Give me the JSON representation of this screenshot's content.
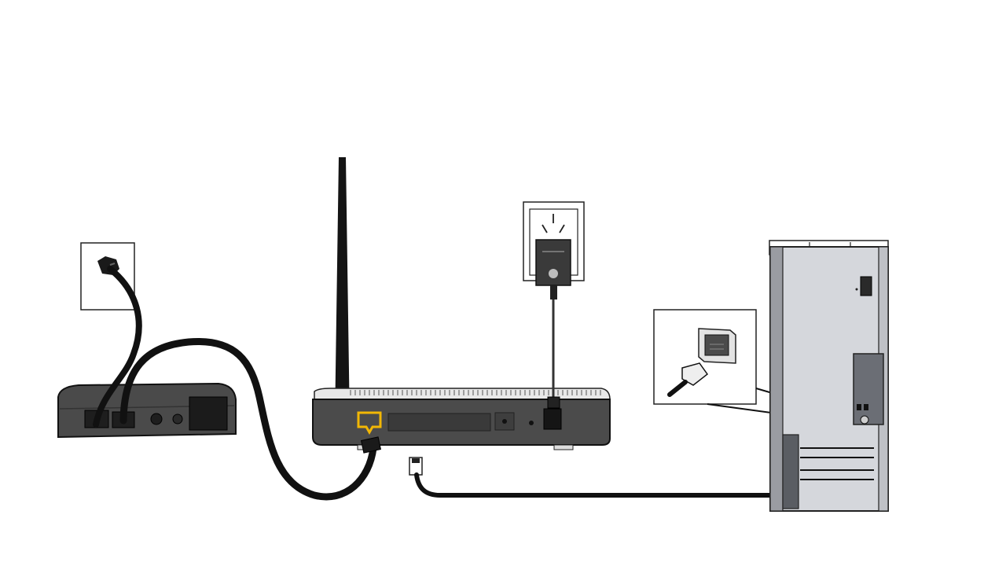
{
  "diagram": {
    "components": [
      {
        "id": "wall-phone-jack",
        "icon": "wall-socket-icon"
      },
      {
        "id": "modem",
        "icon": "modem-icon"
      },
      {
        "id": "wireless-router",
        "icon": "router-icon"
      },
      {
        "id": "power-outlet",
        "icon": "power-outlet-icon"
      },
      {
        "id": "power-adapter",
        "icon": "power-adapter-icon"
      },
      {
        "id": "ethernet-port-callout",
        "icon": "ethernet-port-icon"
      },
      {
        "id": "desktop-computer",
        "icon": "computer-tower-icon"
      }
    ],
    "connections": [
      {
        "from": "wall-phone-jack",
        "to": "modem",
        "kind": "phone-cable"
      },
      {
        "from": "modem",
        "to": "wireless-router",
        "kind": "ethernet-cable"
      },
      {
        "from": "power-adapter",
        "to": "wireless-router",
        "kind": "power-cable"
      },
      {
        "from": "wireless-router",
        "to": "desktop-computer",
        "kind": "ethernet-cable"
      }
    ],
    "colors": {
      "outline": "#111111",
      "device_dark": "#4a4a4a",
      "device_darker": "#2e2e2e",
      "computer_body": "#d5d7dc",
      "wan_port_highlight": "#f2b705",
      "background": "#ffffff"
    }
  }
}
